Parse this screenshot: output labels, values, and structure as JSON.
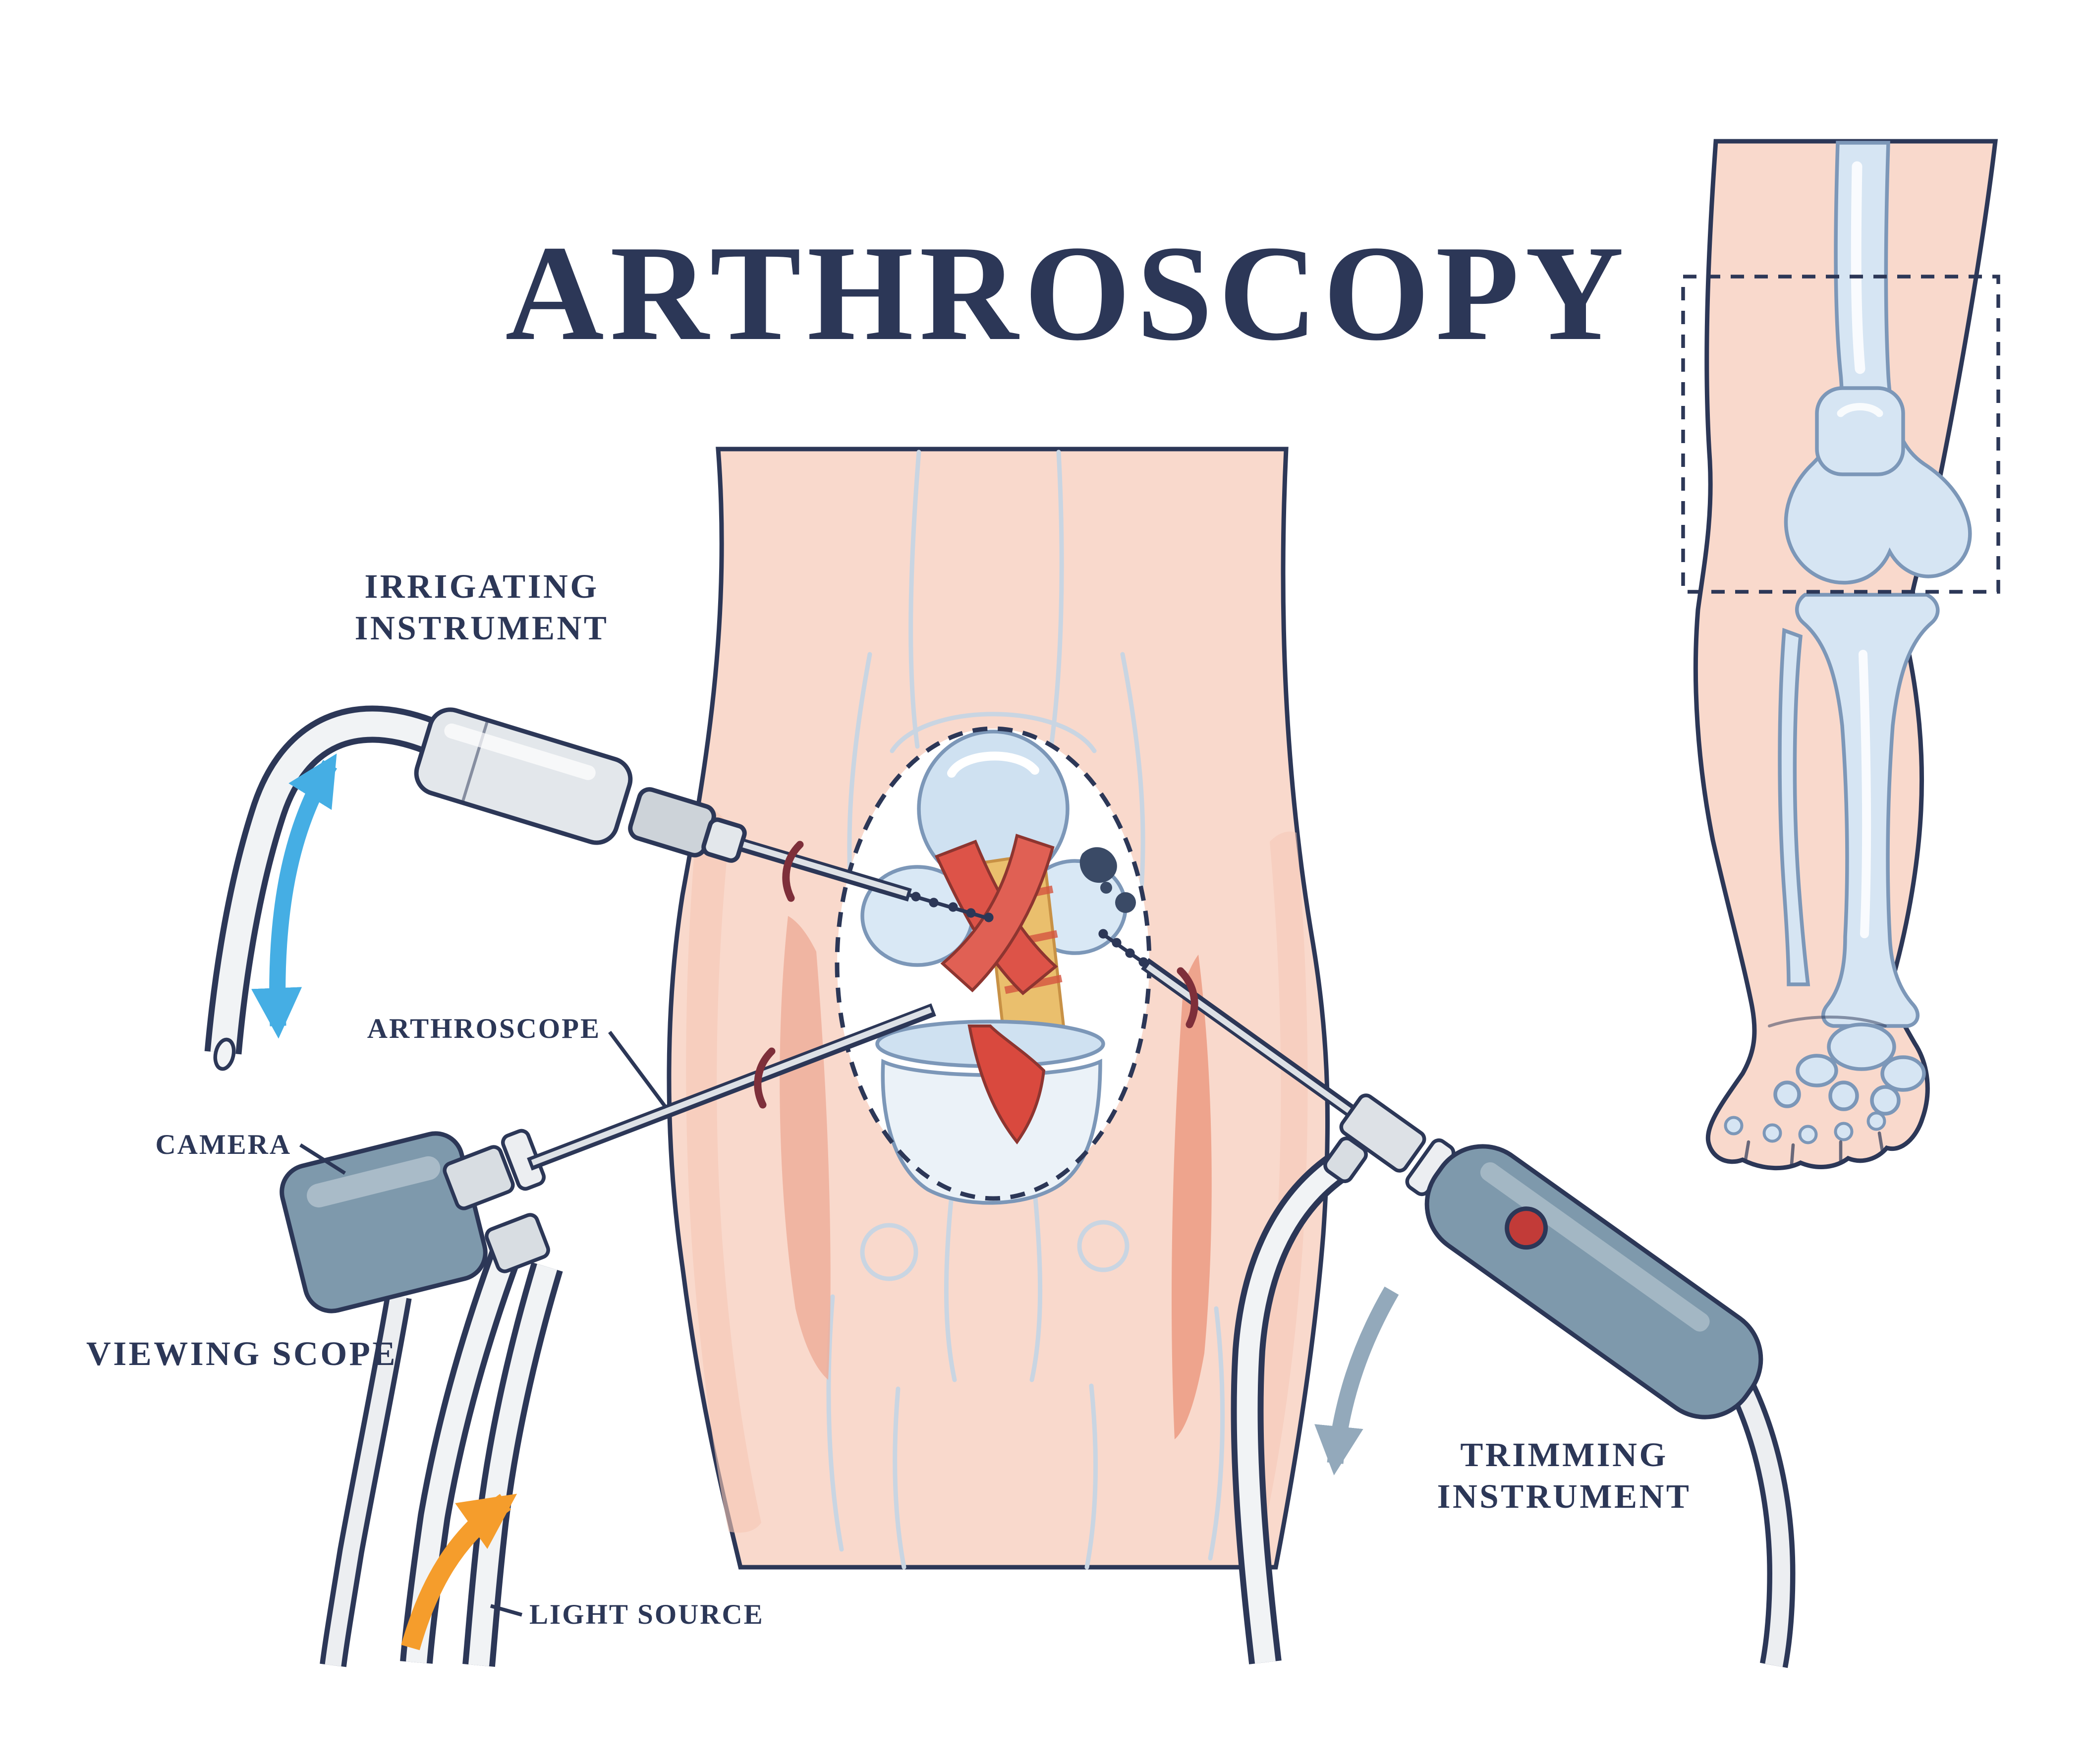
{
  "title": "ARTHROSCOPY",
  "labels": {
    "irrigating": {
      "line1": "IRRIGATING",
      "line2": "INSTRUMENT"
    },
    "arthroscope": "ARTHROSCOPE",
    "camera": "CAMERA",
    "viewing_scope": "VIEWING SCOPE",
    "light_source": "LIGHT SOURCE",
    "trimming": {
      "line1": "TRIMMING",
      "line2": "INSTRUMENT"
    }
  },
  "colors": {
    "outline": "#2c3757",
    "title_text": "#2c3757",
    "skin": "#f9d9cc",
    "skin_shadow": "#f0b49f",
    "bone_light": "#d6e5f3",
    "bone_outline": "#7c97b8",
    "instrument_metal": "#e3e7eb",
    "instrument_body": "#7e99ac",
    "arrow_blue": "#45aee4",
    "arrow_orange": "#f59d2c",
    "arrow_grey": "#93a9bb",
    "button_red": "#c23b38",
    "ligament_red": "#dd5348"
  }
}
